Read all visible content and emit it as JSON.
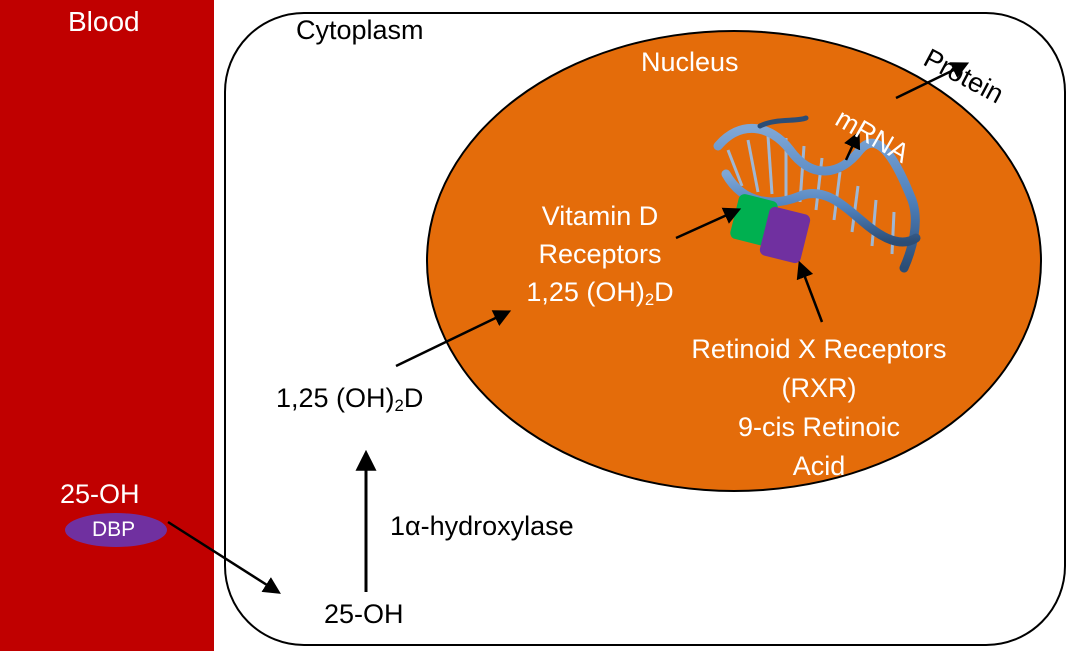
{
  "blood": {
    "label": "Blood",
    "molecule": "25-OH",
    "carrier": "DBP",
    "fill_color": "#c00000"
  },
  "cytoplasm": {
    "label": "Cytoplasm"
  },
  "nucleus": {
    "label": "Nucleus",
    "fill_color": "#e46c0a"
  },
  "labels": {
    "protein": "Protein",
    "mrna": "mRNA",
    "vdr_line1": "Vitamin D",
    "vdr_line2": "Receptors",
    "vdr_line3_prefix": "1,25 (OH)",
    "vdr_line3_sub": "2",
    "vdr_line3_suffix": "D",
    "rxr_line1": "Retinoid X Receptors",
    "rxr_line2": "(RXR)",
    "rxr_line3": "9-cis Retinoic",
    "rxr_line4": "Acid",
    "cyto_vitd_prefix": "1,25 (OH)",
    "cyto_vitd_sub": "2",
    "cyto_vitd_suffix": "D",
    "enzyme": "1α-hydroxylase",
    "cyto_25oh": "25-OH"
  },
  "icons": {
    "dna": "dna-helix-icon",
    "vdr": "vitamin-d-receptor-block",
    "rxr": "rxr-block"
  },
  "colors": {
    "vdr": "#00b050",
    "rxr": "#7030a0",
    "dbp": "#7030a0",
    "dna": "#4f81bd"
  }
}
